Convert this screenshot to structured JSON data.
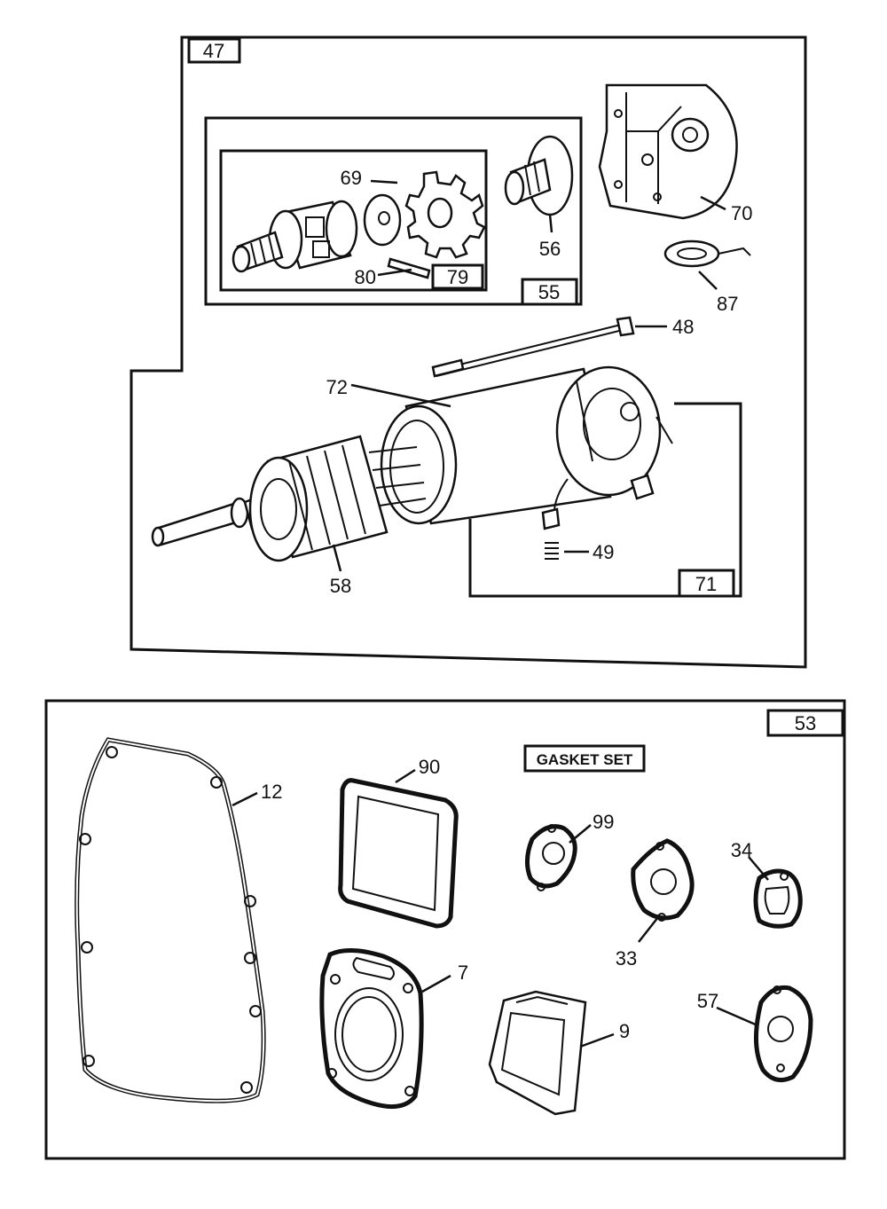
{
  "upper_assembly": {
    "box_label": "47",
    "sub_box_55": "55",
    "sub_box_79": "79",
    "sub_box_71": "71",
    "callouts": {
      "c69": "69",
      "c80": "80",
      "c56": "56",
      "c70": "70",
      "c87": "87",
      "c48": "48",
      "c72": "72",
      "c49": "49",
      "c58": "58"
    }
  },
  "gasket_set": {
    "box_label": "53",
    "title": "GASKET SET",
    "callouts": {
      "c12": "12",
      "c90": "90",
      "c99": "99",
      "c34": "34",
      "c33": "33",
      "c7": "7",
      "c9": "9",
      "c57": "57"
    }
  }
}
